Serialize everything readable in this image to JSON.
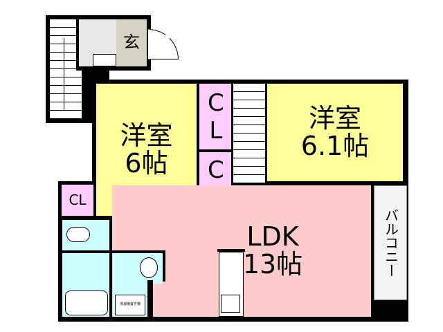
{
  "colors": {
    "western": "#ffff99",
    "ldk": "#ffcccc",
    "closet": "#ffccff",
    "wet": "#ccffff",
    "genkan": "#d6d3c2",
    "hall": "#e8e8e8"
  },
  "rooms": {
    "genkan": "玄",
    "western1": {
      "line1": "洋室",
      "line2": "6帖"
    },
    "western2": {
      "line1": "洋室",
      "line2": "6.1帖"
    },
    "closet_upper": "CL",
    "closet_lower": "CL",
    "closet_left": "CL",
    "ldk": {
      "line1": "LDK",
      "line2": "13帖"
    },
    "balcony": "バルコニー",
    "laundry": "洗濯機置き場"
  },
  "icons": [
    "stairs-icon",
    "door-swing-icon",
    "toilet-icon",
    "bathtub-icon",
    "sink-icon",
    "stove-icon",
    "shoe-cabinet-icon"
  ]
}
